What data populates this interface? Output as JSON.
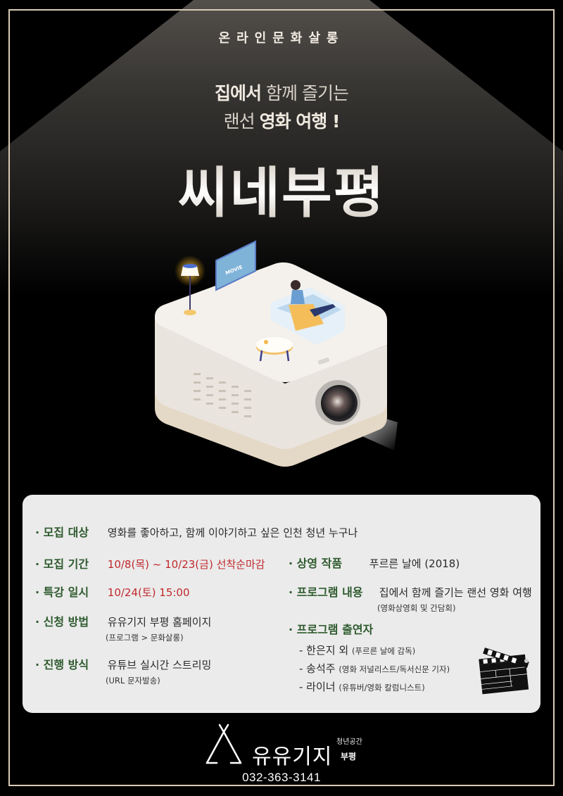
{
  "header": {
    "subtitle": "온라인문화살롱",
    "tagline_line1_bold": "집에서",
    "tagline_line1_rest": " 함께 즐기는",
    "tagline_line2_start": "랜선 ",
    "tagline_line2_bold": "영화 여행 !",
    "title": "씨네부평"
  },
  "illustration": {
    "tv_label": "MOVIE",
    "icon": "projector-room-illustration"
  },
  "info": {
    "left": [
      {
        "label": "· 모집 대상",
        "value": "영화를 좋아하고, 함께 이야기하고 싶은  인천 청년  누구나",
        "color": "normal"
      },
      {
        "label": "· 모집 기간",
        "value": "10/8(목) ~ 10/23(금) 선착순마감",
        "color": "red"
      },
      {
        "label": "· 특강 일시",
        "value": "10/24(토) 15:00",
        "color": "red"
      },
      {
        "label": "· 신청 방법",
        "value": "유유기지 부평 홈페이지",
        "note": "(프로그램 > 문화살롱)"
      },
      {
        "label": "· 진행 방식",
        "value": "유튜브 실시간 스트리밍",
        "note": "(URL 문자발송)"
      }
    ],
    "right": [
      {
        "label": "· 상영 작품",
        "value": "푸르른 날에 (2018)"
      },
      {
        "label": "· 프로그램 내용",
        "value": "집에서 함께 즐기는 랜선 영화 여행",
        "note": "(영화상영회 및 간담회)"
      },
      {
        "label": "· 프로그램 출연자"
      }
    ],
    "guests": [
      {
        "name": "- 한은지 외",
        "role": "(푸르른 날에 감독)"
      },
      {
        "name": "- 송석주",
        "role": "(영화 저널리스트/독서신문 기자)"
      },
      {
        "name": "- 라이너",
        "role": "(유튜버/영화 칼럼니스트)"
      }
    ],
    "clapper_icon": "clapperboard-icon"
  },
  "footer": {
    "youth_space": "청년공간",
    "logo_text": "유유기지",
    "logo_sub": "부평",
    "phone": "032-363-3141"
  },
  "colors": {
    "background": "#000000",
    "frame": "#d9cbb5",
    "label_green": "#2e5a2e",
    "accent_red": "#c0282d",
    "info_bg": "#ebebeb"
  }
}
